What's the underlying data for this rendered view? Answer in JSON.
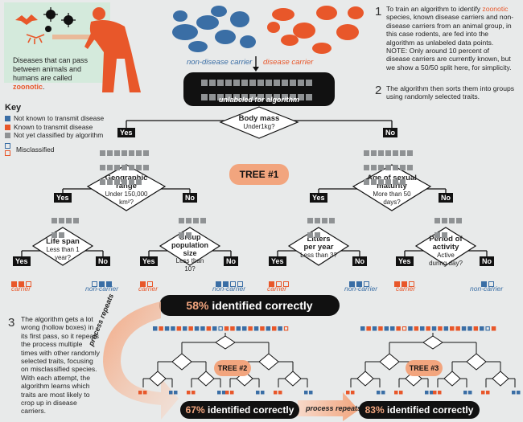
{
  "intro": {
    "caption": "Diseases that can pass between animals and humans are called",
    "caption_term": "zoonotic",
    "caption_end": "."
  },
  "animals": {
    "non_carrier_label": "non-disease carrier",
    "carrier_label": "disease carrier"
  },
  "step1": {
    "number": "1",
    "text_a": "To train an algorithm to identify",
    "term": "zoonotic",
    "text_b": "species, known disease carriers and non-disease carriers from an animal group, in this case rodents, are fed into the algorithm as unlabeled data points. NOTE: Only around 10 percent of disease carriers are currently known, but we show a 50/50 split here, for simplicity."
  },
  "step2": {
    "number": "2",
    "text": "The algorithm then sorts them into groups using randomly selected traits."
  },
  "step3": {
    "number": "3",
    "text": "The algorithm gets a lot wrong (hollow boxes) in its first pass, so it repeats the process multiple times with other randomly selected traits, focusing on misclassified species. With each attempt, the algorithm learns which traits are most likely to crop up in disease carriers."
  },
  "unlabeled": "unlabeled for algorithm",
  "key": {
    "title": "Key",
    "items": [
      {
        "label": "Not known to transmit disease",
        "color": "#3a6ea5"
      },
      {
        "label": "Known to transmit disease",
        "color": "#e8572a"
      },
      {
        "label": "Not yet classified by algorithm",
        "color": "#8f9294"
      }
    ],
    "misclassified": "Misclassified"
  },
  "tree": {
    "yes": "Yes",
    "no": "No",
    "root": {
      "title": "Body mass",
      "sub": "Under1kg?"
    },
    "left": {
      "title": "Geographic range",
      "sub": "Under 150,000 km²?"
    },
    "right": {
      "title": "Age of sexual maturity",
      "sub": "More than 50 days?"
    },
    "ll": {
      "title": "Life span",
      "sub": "Less than 1 year?"
    },
    "lr": {
      "title": "Group population size",
      "sub": "Less than 10?"
    },
    "rl": {
      "title": "Litters per year",
      "sub": "Less than 3?"
    },
    "rr": {
      "title": "Period of activity",
      "sub": "Active during day?"
    },
    "tree1_label": "TREE #1",
    "tree2_label": "TREE #2",
    "tree3_label": "TREE #3",
    "carrier": "carrier",
    "non_carrier": "non-carrier"
  },
  "results": {
    "r1_pct": "58%",
    "r1_text": "identified correctly",
    "r2_pct": "67%",
    "r2_text": "identified correctly",
    "r3_pct": "83%",
    "r3_text": "identified correctly",
    "process_repeats": "process repeats"
  },
  "colors": {
    "blue": "#3a6ea5",
    "orange": "#e8572a",
    "gray": "#8f9294",
    "pill": "#f2a57e",
    "ink": "#111111"
  }
}
